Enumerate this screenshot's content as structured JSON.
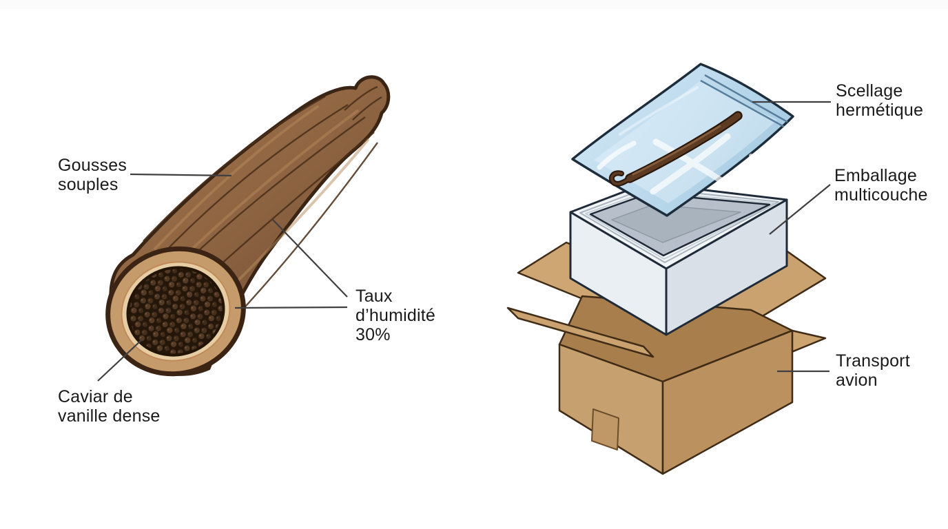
{
  "page": {
    "background": "#ffffff"
  },
  "colors": {
    "text": "#1a1a1a",
    "leader_line": "#3f3f3f",
    "pod_body": "#8f6744",
    "pod_body_dark": "#6e4a2b",
    "pod_ridge": "#4a2e18",
    "pod_flesh_ring": "#c59b6c",
    "pod_inner_ring": "#e6cda4",
    "seeds_dark": "#241609",
    "bag_blue": "#bcd9ec",
    "bag_outline": "#1d2d3c",
    "bean_brown": "#5d3b22",
    "foam_white": "#eaeff3",
    "foam_side": "#d9e0e7",
    "foam_interior": "#b7c0ca",
    "foam_floor": "#a9b3bd",
    "cardboard": "#c7a06f",
    "cardboard_side": "#bb9160",
    "cardboard_flap": "#cda673",
    "cardboard_inner": "#a87e4c"
  },
  "pod_figure": {
    "labels": {
      "gousses": {
        "line1": "Gousses",
        "line2": "souples"
      },
      "humidite": {
        "line1": "Taux",
        "line2": "d’humidité",
        "line3": "30%"
      },
      "caviar": {
        "line1": "Caviar de",
        "line2": "vanille dense"
      }
    }
  },
  "packaging_figure": {
    "labels": {
      "scellage": {
        "line1": "Scellage",
        "line2": "hermétique"
      },
      "emballage": {
        "line1": "Emballage",
        "line2": "multicouche"
      },
      "transport": {
        "line1": "Transport",
        "line2": "avion"
      }
    }
  }
}
